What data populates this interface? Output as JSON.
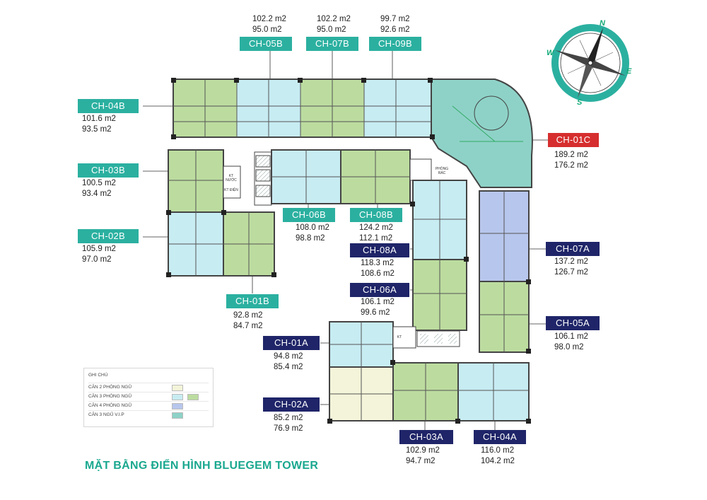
{
  "title": "MẶT BẰNG ĐIỂN HÌNH BLUEGEM TOWER",
  "compass": {
    "n": "N",
    "e": "E",
    "s": "S",
    "w": "W"
  },
  "legend": {
    "title": "GHI CHÚ",
    "items": [
      {
        "label": "CĂN 2 PHÒNG NGỦ",
        "color": "#f3f4d9"
      },
      {
        "label": "CĂN 3 PHÒNG NGỦ",
        "color": "#c7ecf2",
        "color2": "#bcdc9f"
      },
      {
        "label": "CĂN 4 PHÒNG NGỦ",
        "color": "#b7c6ec"
      },
      {
        "label": "CĂN 3 NGỦ V.I.P",
        "color": "#8ed2c7"
      }
    ]
  },
  "colors": {
    "teal": "#2bb0a0",
    "navy": "#1f2568",
    "red": "#d62e2e"
  },
  "floor_labels": {
    "kt_nuoc": "KT NƯỚC",
    "kt_dien": "KT ĐIỆN",
    "kt": "KT",
    "phong_rac": "PHÒNG RÁC"
  },
  "units": {
    "ch05b": {
      "name": "CH-05B",
      "a1": "102.2 m2",
      "a2": "95.0 m2"
    },
    "ch07b": {
      "name": "CH-07B",
      "a1": "102.2 m2",
      "a2": "95.0 m2"
    },
    "ch09b": {
      "name": "CH-09B",
      "a1": "99.7 m2",
      "a2": "92.6 m2"
    },
    "ch04b": {
      "name": "CH-04B",
      "a1": "101.6 m2",
      "a2": "93.5 m2"
    },
    "ch03b": {
      "name": "CH-03B",
      "a1": "100.5 m2",
      "a2": "93.4 m2"
    },
    "ch02b": {
      "name": "CH-02B",
      "a1": "105.9 m2",
      "a2": "97.0 m2"
    },
    "ch01b": {
      "name": "CH-01B",
      "a1": "92.8 m2",
      "a2": "84.7 m2"
    },
    "ch06b": {
      "name": "CH-06B",
      "a1": "108.0 m2",
      "a2": "98.8 m2"
    },
    "ch08b": {
      "name": "CH-08B",
      "a1": "124.2 m2",
      "a2": "112.1 m2"
    },
    "ch08a": {
      "name": "CH-08A",
      "a1": "118.3 m2",
      "a2": "108.6 m2"
    },
    "ch06a": {
      "name": "CH-06A",
      "a1": "106.1 m2",
      "a2": "99.6 m2"
    },
    "ch01a": {
      "name": "CH-01A",
      "a1": "94.8 m2",
      "a2": "85.4 m2"
    },
    "ch02a": {
      "name": "CH-02A",
      "a1": "85.2 m2",
      "a2": "76.9 m2"
    },
    "ch03a": {
      "name": "CH-03A",
      "a1": "102.9 m2",
      "a2": "94.7 m2"
    },
    "ch04a": {
      "name": "CH-04A",
      "a1": "116.0 m2",
      "a2": "104.2 m2"
    },
    "ch05a": {
      "name": "CH-05A",
      "a1": "106.1 m2",
      "a2": "98.0 m2"
    },
    "ch07a": {
      "name": "CH-07A",
      "a1": "137.2 m2",
      "a2": "126.7 m2"
    },
    "ch01c": {
      "name": "CH-01C",
      "a1": "189.2 m2",
      "a2": "176.2 m2"
    }
  }
}
